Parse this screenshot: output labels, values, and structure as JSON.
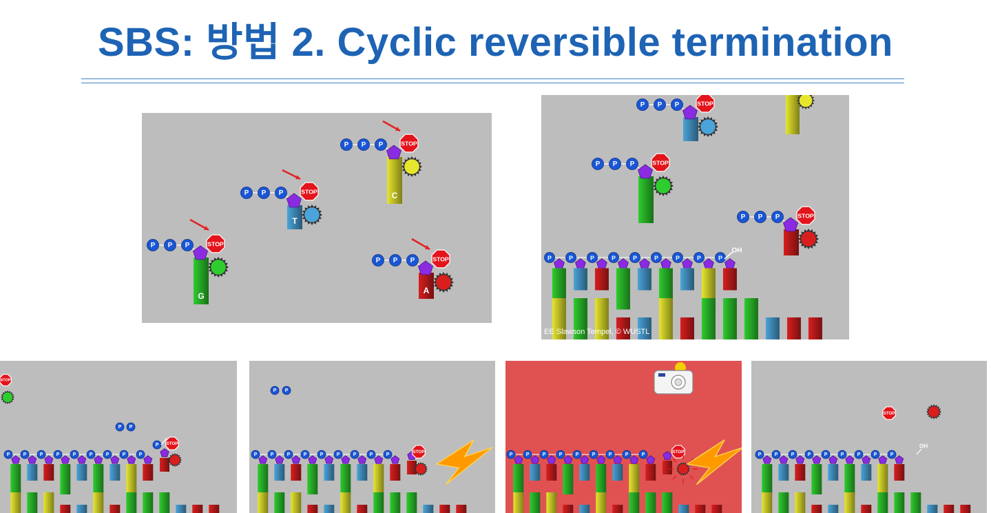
{
  "slide": {
    "title": "SBS: 방법 2. Cyclic reversible termination"
  },
  "labels": {
    "phosphate": "P",
    "stop": "STOP",
    "hydroxyl": "OH",
    "credit": "EE Slawson Tempel, © WUSTL"
  },
  "nucleotides": [
    {
      "base": "G",
      "color": "#2ecc2e"
    },
    {
      "base": "T",
      "color": "#4aa3d9"
    },
    {
      "base": "C",
      "color": "#e6e62e"
    },
    {
      "base": "A",
      "color": "#d91e1e"
    }
  ],
  "colors": {
    "title": "#1e63b4",
    "panel_bg": "#bdbdbd",
    "imaging_bg": "#e05252",
    "phosphate": "#1a56d6",
    "sugar": "#8a2be2",
    "stop": "#e3141b",
    "arrow": "#e32222",
    "flash": "#ff9900"
  },
  "icons": [
    "camera-icon",
    "lightning-bolt-icon",
    "stop-sign-icon",
    "red-arrow-icon",
    "fluorophore-icon"
  ]
}
